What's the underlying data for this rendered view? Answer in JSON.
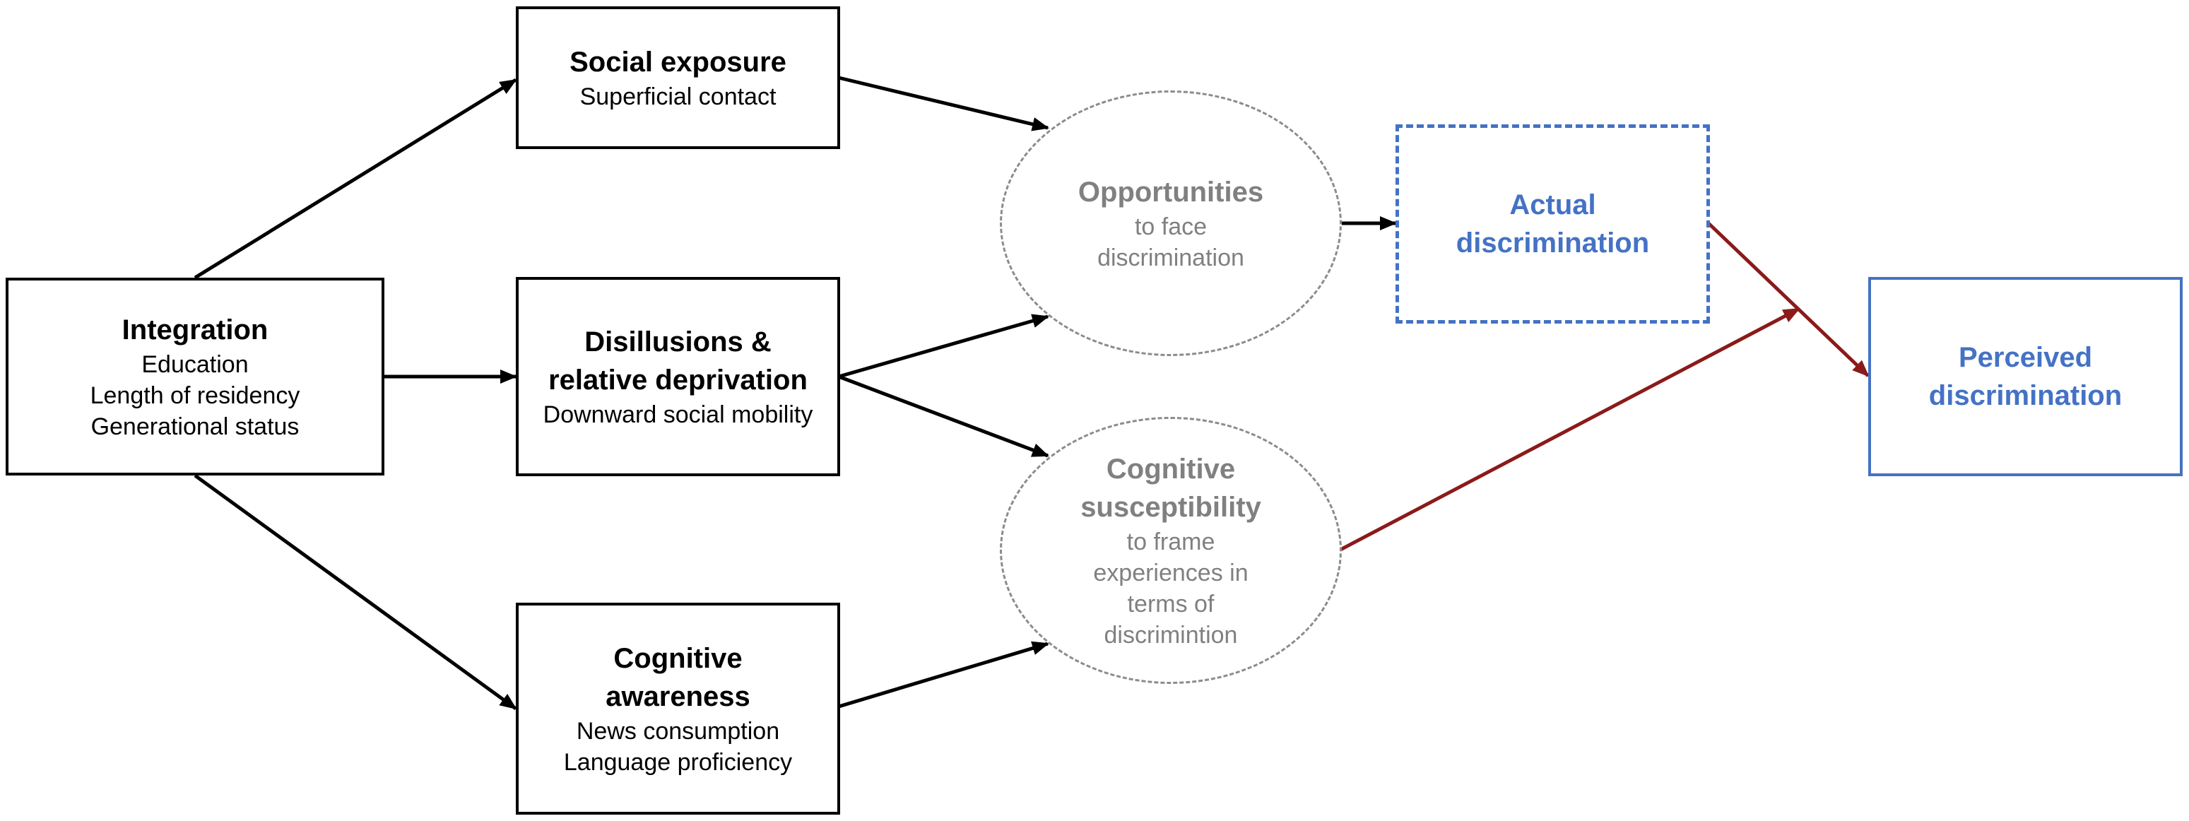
{
  "colors": {
    "black": "#000000",
    "gray": "#808080",
    "blue": "#4472c4",
    "darkred": "#8b1a1a"
  },
  "nodes": {
    "integration": {
      "title": "Integration",
      "lines": [
        "Education",
        "Length of residency",
        "Generational status"
      ]
    },
    "social_exposure": {
      "title": "Social exposure",
      "lines": [
        "Superficial contact"
      ]
    },
    "disillusions": {
      "title_lines": [
        "Disillusions &",
        "relative deprivation"
      ],
      "lines": [
        "Downward social mobility"
      ]
    },
    "cognitive_awareness": {
      "title_lines": [
        "Cognitive",
        "awareness"
      ],
      "lines": [
        "News consumption",
        "Language proficiency"
      ]
    },
    "opportunities": {
      "title": "Opportunities",
      "lines": [
        "to face",
        "discrimination"
      ]
    },
    "cognitive_susceptibility": {
      "title_lines": [
        "Cognitive",
        "susceptibility"
      ],
      "lines": [
        "to frame",
        "experiences in",
        "terms of",
        "discrimintion"
      ]
    },
    "actual_discrimination": {
      "title_lines": [
        "Actual",
        "discrimination"
      ]
    },
    "perceived_discrimination": {
      "title_lines": [
        "Perceived",
        "discrimination"
      ]
    }
  }
}
